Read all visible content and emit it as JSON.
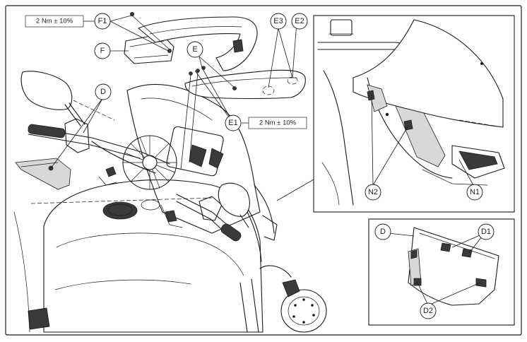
{
  "callouts": {
    "F1": "F1",
    "F": "F",
    "E": "E",
    "E3": "E3",
    "E2": "E2",
    "E1": "E1",
    "D": "D",
    "N2": "N2",
    "N1": "N1",
    "D_detail": "D",
    "D1": "D1",
    "D2": "D2"
  },
  "torque": {
    "top": "2 Nm ± 10%",
    "middle": "2 Nm ± 10%"
  }
}
